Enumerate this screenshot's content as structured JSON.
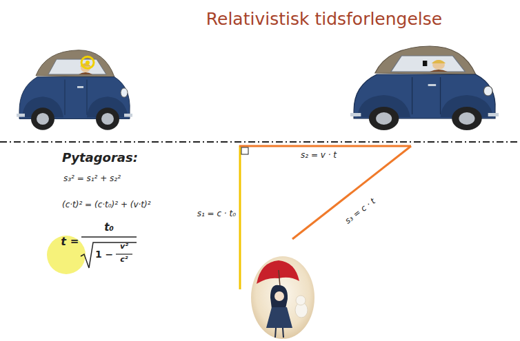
{
  "diagram": {
    "title": "Relativistisk tidsforlengelse",
    "labels": [
      "Pytagoras:",
      "s₃² = s₁² + s₂²",
      "(c·t)² = (c·t₀)² + (v·t)²",
      "t",
      "=",
      "t₀",
      "1 −",
      "v²",
      "c²",
      "s₂ = v · t",
      "s₁ = c · t₀",
      "s₃ = c · t"
    ]
  }
}
